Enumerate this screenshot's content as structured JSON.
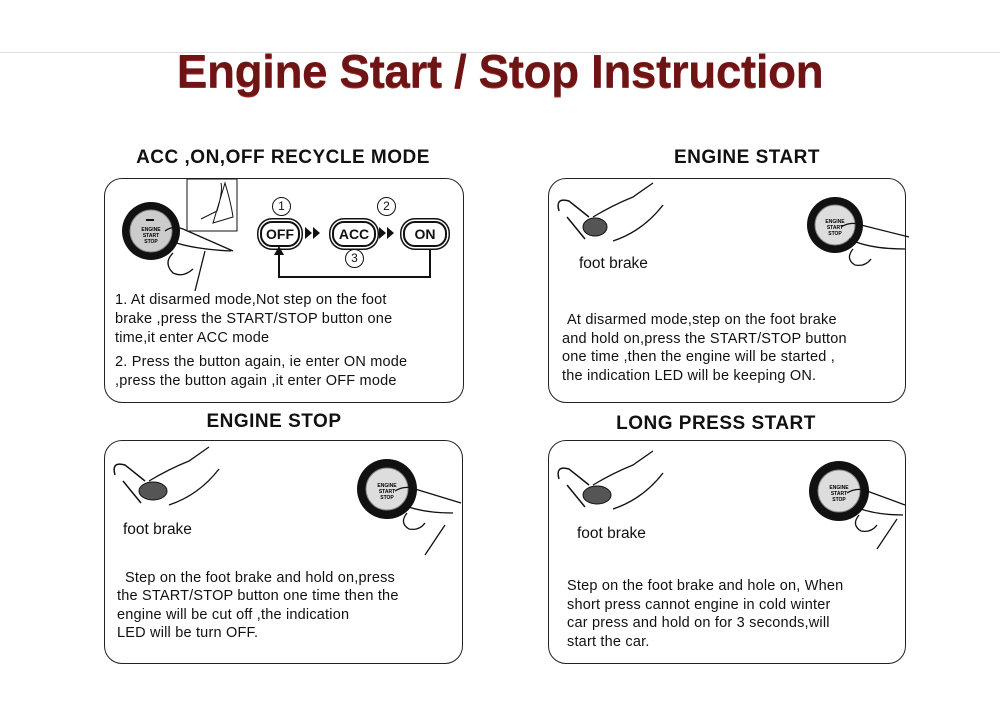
{
  "title": "Engine Start / Stop Instruction",
  "sections": {
    "recycle": {
      "heading": "ACC ,ON,OFF RECYCLE MODE",
      "states": [
        "OFF",
        "ACC",
        "ON"
      ],
      "steps": [
        "1",
        "2",
        "3"
      ],
      "lines": [
        "1. At disarmed mode,Not step on the foot",
        "brake ,press the START/STOP button one",
        " time,it enter ACC mode",
        "2. Press the button again, ie enter ON mode",
        ",press the button again ,it enter OFF mode"
      ]
    },
    "start": {
      "heading": "ENGINE START",
      "foot_label": "foot brake",
      "lines": [
        " At disarmed mode,step on the foot brake",
        "and hold on,press the START/STOP button",
        "one time ,then the engine will be started ,",
        "the indication LED will be keeping ON."
      ]
    },
    "stop": {
      "heading": "ENGINE STOP",
      "foot_label": "foot brake",
      "lines": [
        " Step on the foot brake and hold on,press",
        "the START/STOP button one time then the",
        " engine will be cut off  ,the indication",
        " LED will be turn OFF."
      ]
    },
    "long": {
      "heading": "LONG PRESS START",
      "foot_label": "foot brake",
      "lines": [
        "Step on the foot brake and hole on, When",
        "short press cannot engine in cold winter",
        "car press and hold on for 3 seconds,will",
        "start the car."
      ]
    }
  },
  "button_text": [
    "ENGINE",
    "START",
    "STOP"
  ],
  "colors": {
    "title": "#6e1414",
    "border": "#222222"
  }
}
